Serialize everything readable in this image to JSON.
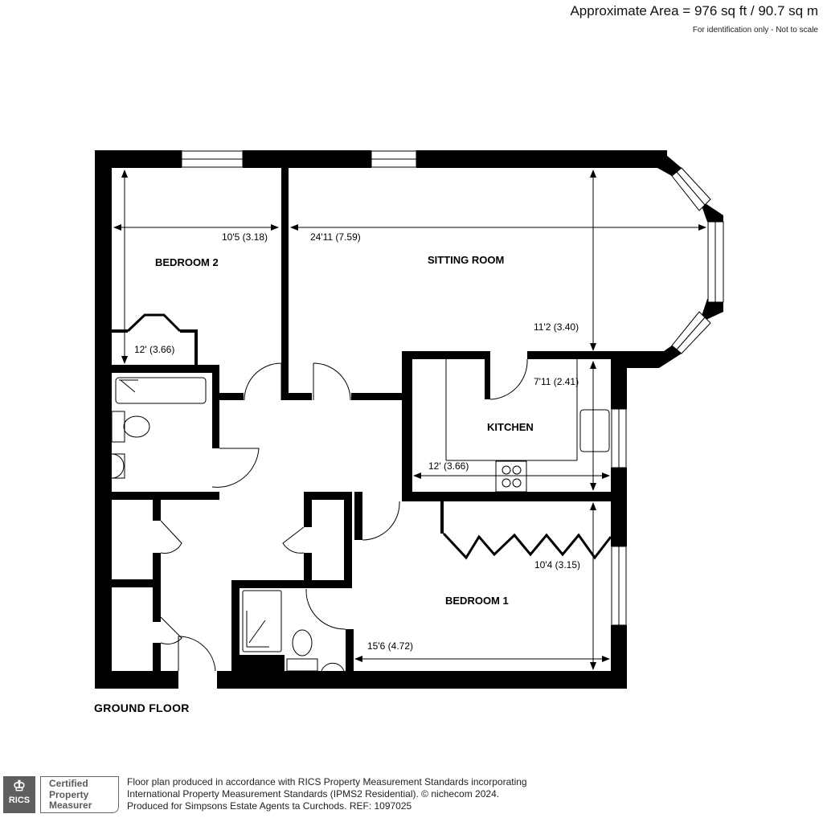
{
  "header": {
    "area_text": "Approximate Area = 976 sq ft / 90.7 sq m",
    "note": "For identification only - Not to scale"
  },
  "floor": {
    "label": "GROUND FLOOR"
  },
  "rooms": [
    {
      "name": "BEDROOM 2",
      "width_dim": "10'5 (3.18)",
      "length_dim": "12' (3.66)"
    },
    {
      "name": "SITTING ROOM",
      "width_dim": "24'11 (7.59)",
      "length_dim": "11'2 (3.40)"
    },
    {
      "name": "KITCHEN",
      "width_dim": "12' (3.66)",
      "length_dim": "7'11 (2.41)"
    },
    {
      "name": "BEDROOM 1",
      "width_dim": "15'6 (4.72)",
      "length_dim": "10'4 (3.15)"
    }
  ],
  "footer": {
    "logo_text": "RICS",
    "badge_lines": [
      "Certified",
      "Property",
      "Measurer"
    ],
    "lines": [
      "Floor plan produced in accordance with RICS Property Measurement Standards incorporating",
      "International Property Measurement Standards (IPMS2 Residential).  © nichecom 2024.",
      "Produced for Simpsons Estate Agents ta Curchods.   REF:  1097025"
    ]
  },
  "colors": {
    "wall": "#000000",
    "background": "#ffffff",
    "logo_gray": "#5f5f5f"
  }
}
